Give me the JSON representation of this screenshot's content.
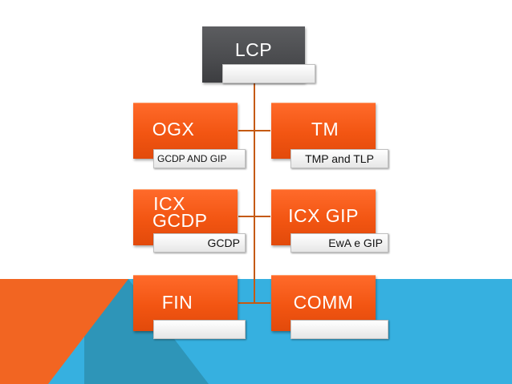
{
  "colors": {
    "orange": "#f25512",
    "dark": "#4a4b4e",
    "line": "#c55a11",
    "bg_blue": "#36b0e0",
    "bg_orange": "#f26522"
  },
  "nodes": {
    "lcp": {
      "title": "LCP",
      "sub": ""
    },
    "ogx": {
      "title": "OGX",
      "sub": "GCDP AND GIP"
    },
    "tm": {
      "title": "TM",
      "sub": "TMP and TLP"
    },
    "icx_gcdp": {
      "title_line1": "ICX",
      "title_line2": "GCDP",
      "sub": "GCDP"
    },
    "icx_gip": {
      "title": "ICX GIP",
      "sub": "EwA e GIP"
    },
    "fin": {
      "title": "FIN",
      "sub": ""
    },
    "comm": {
      "title": "COMM",
      "sub": ""
    }
  }
}
